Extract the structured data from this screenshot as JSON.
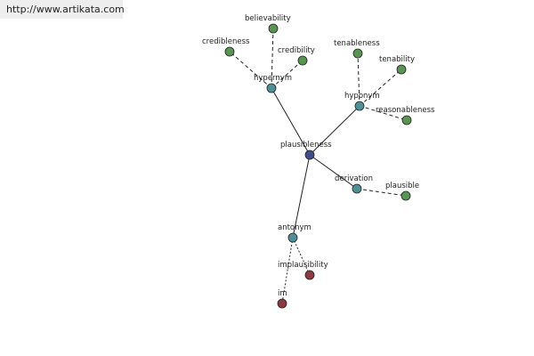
{
  "banner": {
    "url_text": "http://www.artikata.com"
  },
  "colors": {
    "root": "#3d4e8a",
    "relation": "#4f8f95",
    "related_word": "#5a9453",
    "antonym_word": "#8c3a3f",
    "edge": "#222222"
  },
  "graph": {
    "nodes": [
      {
        "id": "plausibleness",
        "label": "plausibleness",
        "kind": "root"
      },
      {
        "id": "hypernym",
        "label": "hypernym",
        "kind": "relation"
      },
      {
        "id": "hyponym",
        "label": "hyponym",
        "kind": "relation"
      },
      {
        "id": "derivation",
        "label": "derivation",
        "kind": "relation"
      },
      {
        "id": "antonym",
        "label": "antonym",
        "kind": "relation"
      },
      {
        "id": "believability",
        "label": "believability",
        "kind": "related_word"
      },
      {
        "id": "credibleness",
        "label": "credibleness",
        "kind": "related_word"
      },
      {
        "id": "credibility",
        "label": "credibility",
        "kind": "related_word"
      },
      {
        "id": "tenableness",
        "label": "tenableness",
        "kind": "related_word"
      },
      {
        "id": "tenability",
        "label": "tenability",
        "kind": "related_word"
      },
      {
        "id": "reasonableness",
        "label": "reasonableness",
        "kind": "related_word"
      },
      {
        "id": "plausible",
        "label": "plausible",
        "kind": "related_word"
      },
      {
        "id": "implausibility",
        "label": "implausibility",
        "kind": "antonym_word"
      },
      {
        "id": "im",
        "label": "im",
        "kind": "antonym_word"
      }
    ],
    "edges": [
      {
        "from": "plausibleness",
        "to": "hypernym",
        "style": "solid"
      },
      {
        "from": "plausibleness",
        "to": "hyponym",
        "style": "solid"
      },
      {
        "from": "plausibleness",
        "to": "derivation",
        "style": "solid"
      },
      {
        "from": "plausibleness",
        "to": "antonym",
        "style": "solid"
      },
      {
        "from": "hypernym",
        "to": "believability",
        "style": "dashed"
      },
      {
        "from": "hypernym",
        "to": "credibleness",
        "style": "dashed"
      },
      {
        "from": "hypernym",
        "to": "credibility",
        "style": "dashed"
      },
      {
        "from": "hyponym",
        "to": "tenableness",
        "style": "dashed"
      },
      {
        "from": "hyponym",
        "to": "tenability",
        "style": "dashed"
      },
      {
        "from": "hyponym",
        "to": "reasonableness",
        "style": "dashed"
      },
      {
        "from": "derivation",
        "to": "plausible",
        "style": "dashed"
      },
      {
        "from": "antonym",
        "to": "implausibility",
        "style": "dotted"
      },
      {
        "from": "antonym",
        "to": "im",
        "style": "dotted"
      }
    ]
  }
}
